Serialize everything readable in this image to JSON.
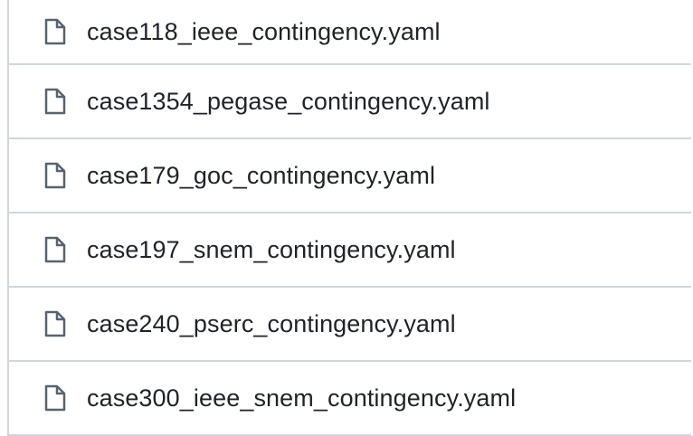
{
  "files": [
    {
      "name": "case118_ieee_contingency.yaml",
      "icon": "file-icon"
    },
    {
      "name": "case1354_pegase_contingency.yaml",
      "icon": "file-icon"
    },
    {
      "name": "case179_goc_contingency.yaml",
      "icon": "file-icon"
    },
    {
      "name": "case197_snem_contingency.yaml",
      "icon": "file-icon"
    },
    {
      "name": "case240_pserc_contingency.yaml",
      "icon": "file-icon"
    },
    {
      "name": "case300_ieee_snem_contingency.yaml",
      "icon": "file-icon"
    }
  ],
  "colors": {
    "text": "#1f2328",
    "icon": "#59636e",
    "border": "#d0d7de",
    "background": "#ffffff"
  }
}
